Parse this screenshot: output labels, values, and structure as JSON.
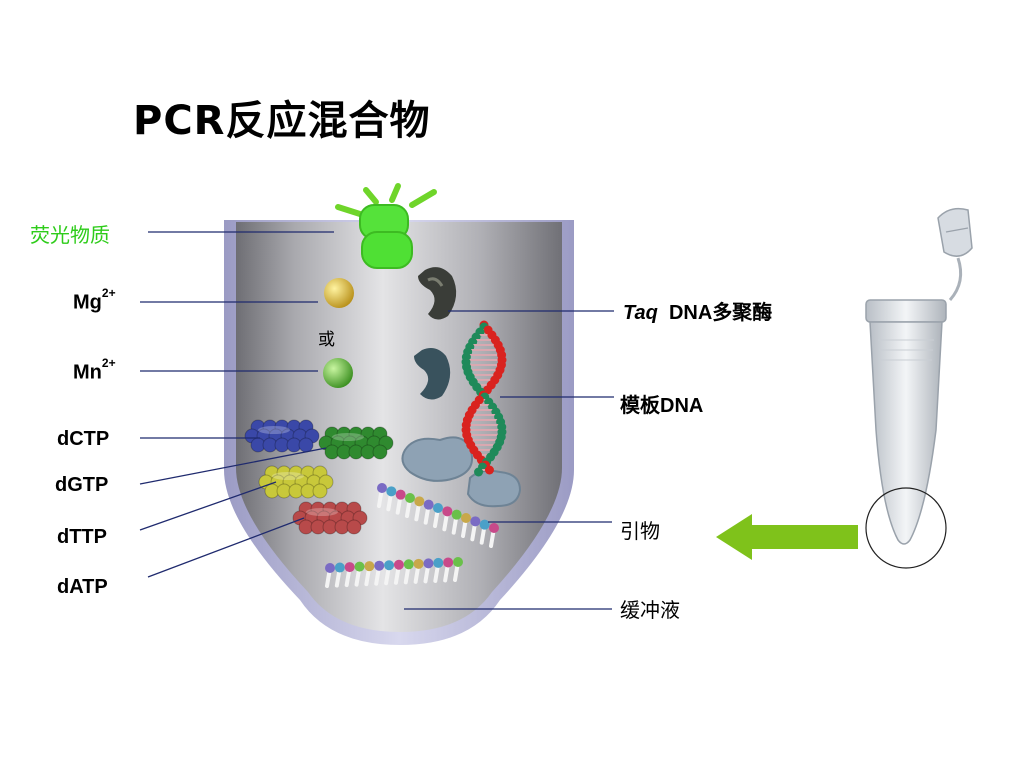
{
  "title": "PCR反应混合物",
  "labels": {
    "fluorescent": "荧光物质",
    "mg": "Mg",
    "mg_charge": "2+",
    "mn": "Mn",
    "mn_charge": "2+",
    "or": "或",
    "dctp": "dCTP",
    "dgtp": "dGTP",
    "dttp": "dTTP",
    "datp": "dATP",
    "taq_italic": "Taq",
    "taq_rest": "DNA多聚酶",
    "template": "模板DNA",
    "primer": "引物",
    "buffer": "缓冲液"
  },
  "colors": {
    "fluorescent": "#2ecc1a",
    "arrow": "#7fc21b",
    "dctp": "#3a48a8",
    "dgtp": "#2f8a2f",
    "dttp": "#c8c83a",
    "datp": "#b84a4a",
    "mg_ion": "#d7b52a",
    "mn_ion": "#5fbf3a",
    "helix_red": "#d9231f",
    "helix_green": "#1f8a5a"
  },
  "icons": {
    "tube": "microcentrifuge-tube-icon",
    "arrow": "left-arrow-icon"
  }
}
